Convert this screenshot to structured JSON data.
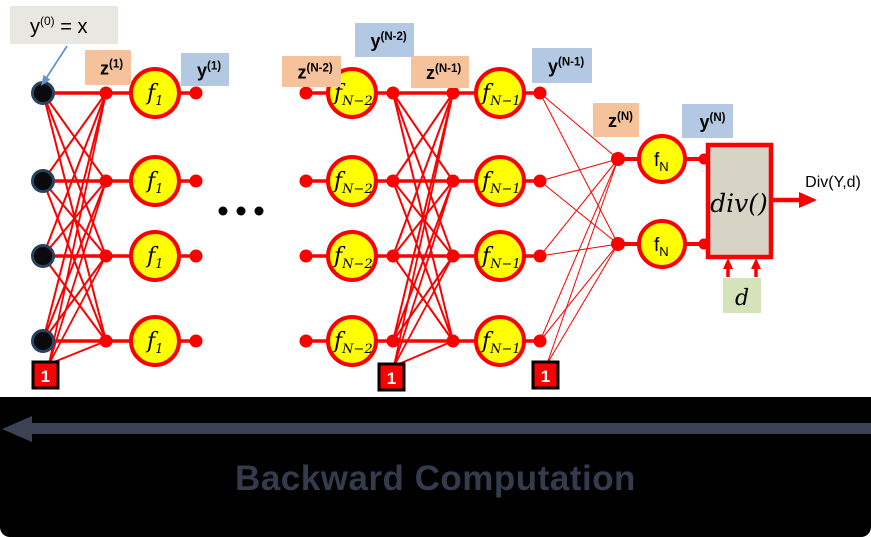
{
  "colors": {
    "red": "#fa0000",
    "yellow": "#ffff00",
    "peach": "#f5c29b",
    "tag_blue": "#b3c8e2",
    "annotation_bg": "#e9e7e1",
    "annotation_arrow": "#6b93c9",
    "input_dot_ring": "#27435f",
    "input_dot_fill": "#0a0a0c",
    "div_fill": "#d8d4c5",
    "d_fill": "#d5e3bb",
    "band_bg": "#000000",
    "band_arrow": "#3a4254",
    "title_color": "#333b4c",
    "bias_text": "#ffffff",
    "text": "#000000"
  },
  "annotation": {
    "base": "y",
    "sup": "(0)",
    "rest": " = x"
  },
  "tags": [
    {
      "id": "z1",
      "kind": "z",
      "base": "z",
      "sup": "(1)"
    },
    {
      "id": "y1",
      "kind": "y",
      "base": "y",
      "sup": "(1)"
    },
    {
      "id": "zN2",
      "kind": "z",
      "base": "z",
      "sup": "(N-2)"
    },
    {
      "id": "yN2",
      "kind": "y",
      "base": "y",
      "sup": "(N-2)"
    },
    {
      "id": "zN1",
      "kind": "z",
      "base": "z",
      "sup": "(N-1)"
    },
    {
      "id": "yN1",
      "kind": "y",
      "base": "y",
      "sup": "(N-1)"
    },
    {
      "id": "zN",
      "kind": "z",
      "base": "z",
      "sup": "(N)"
    },
    {
      "id": "yN",
      "kind": "y",
      "base": "y",
      "sup": "(N)"
    }
  ],
  "layers": [
    {
      "id": "f1",
      "base": "f",
      "sub": "1",
      "italic": true,
      "count": 4
    },
    {
      "id": "fN2",
      "base": "f",
      "sub": "N−2",
      "italic": true,
      "count": 4
    },
    {
      "id": "fN1",
      "base": "f",
      "sub": "N−1",
      "italic": true,
      "count": 4
    },
    {
      "id": "fN",
      "base": "f",
      "sub": "N",
      "italic": false,
      "count": 2
    }
  ],
  "bias_label": "1",
  "div_block": {
    "label": "div()"
  },
  "output_label": "Div(Y,d)",
  "target_label": "d",
  "footer": {
    "title": "Backward Computation"
  }
}
